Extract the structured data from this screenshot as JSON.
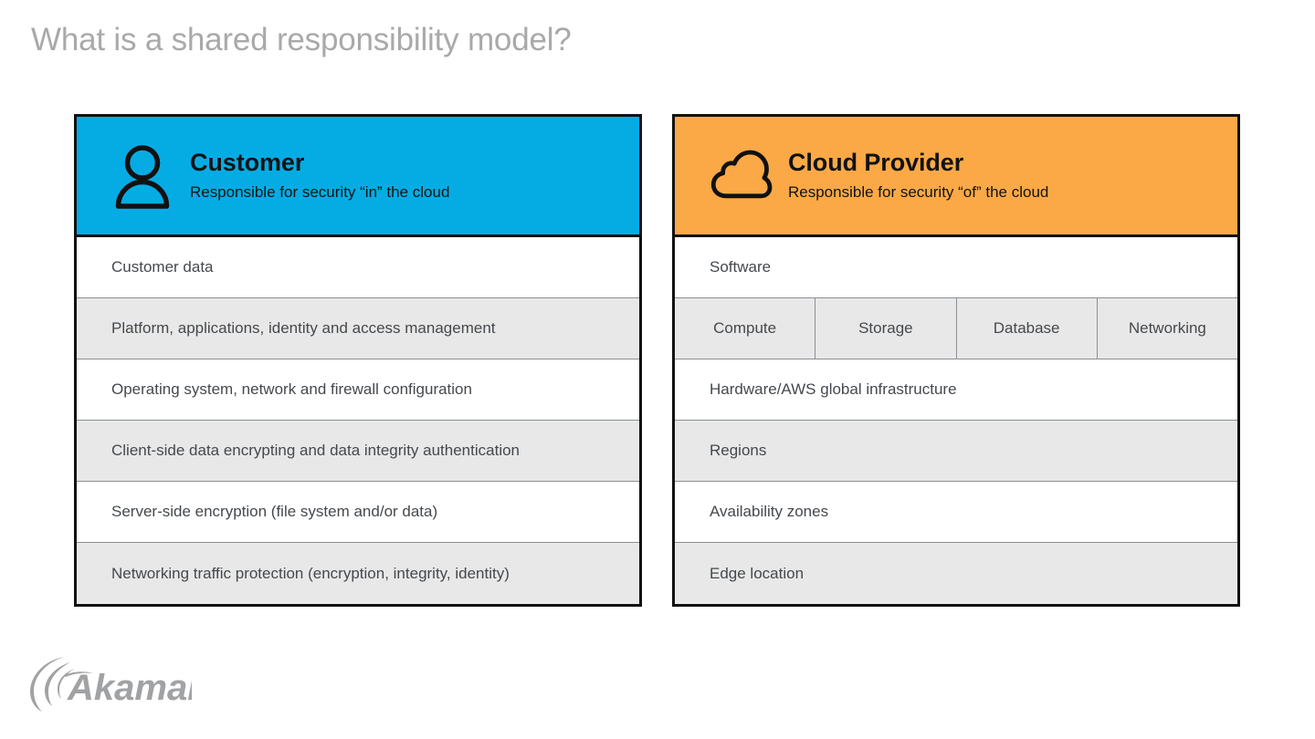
{
  "slide": {
    "title": "What is a shared responsibility model?",
    "background": "#ffffff",
    "title_color": "#a9a9a9"
  },
  "colors": {
    "customer_accent": "#05ace4",
    "provider_accent": "#faa946",
    "row_alt": "#e8e8e8",
    "row_plain": "#ffffff",
    "border": "#111111",
    "divider": "#8b8f93",
    "text": "#45494d",
    "logo": "#a0a2a4"
  },
  "panels": [
    {
      "id": "customer",
      "icon": "person-icon",
      "accent": "#05ace4",
      "title": "Customer",
      "subtitle": "Responsible for security “in” the cloud",
      "rows": [
        {
          "label": "Customer data",
          "shaded": false
        },
        {
          "label": "Platform, applications, identity and access management",
          "shaded": true
        },
        {
          "label": "Operating system, network and firewall configuration",
          "shaded": false
        },
        {
          "label": "Client-side data encrypting and data integrity authentication",
          "shaded": true
        },
        {
          "label": "Server-side encryption (file system and/or data)",
          "shaded": false
        },
        {
          "label": "Networking traffic protection (encryption, integrity, identity)",
          "shaded": true
        }
      ]
    },
    {
      "id": "provider",
      "icon": "cloud-icon",
      "accent": "#faa946",
      "title": "Cloud Provider",
      "subtitle": "Responsible for security “of” the cloud",
      "rows": [
        {
          "label": "Software",
          "shaded": false
        },
        {
          "split": true,
          "shaded": true,
          "cells": [
            "Compute",
            "Storage",
            "Database",
            "Networking"
          ]
        },
        {
          "label": "Hardware/AWS global infrastructure",
          "shaded": false
        },
        {
          "label": "Regions",
          "shaded": true
        },
        {
          "label": "Availability zones",
          "shaded": false
        },
        {
          "label": "Edge location",
          "shaded": true
        }
      ]
    }
  ],
  "brand": {
    "name": "Akamai",
    "logo_name": "akamai-logo"
  }
}
